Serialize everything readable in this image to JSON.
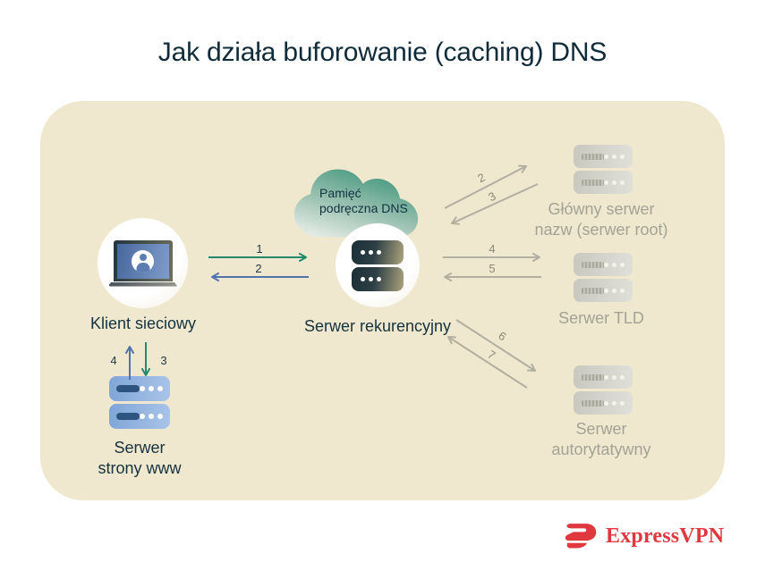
{
  "title": "Jak działa buforowanie (caching) DNS",
  "diagram": {
    "nodes": {
      "client": {
        "label": "Klient sieciowy",
        "icon": "laptop-user-icon"
      },
      "dns_cache": {
        "label_line1": "Pamięć",
        "label_line2": "podręczna DNS",
        "icon": "cloud-icon"
      },
      "recursive": {
        "label": "Serwer rekurencyjny",
        "icon": "server-stack-icon"
      },
      "root": {
        "label_line1": "Główny serwer",
        "label_line2": "nazw (serwer root)",
        "icon": "server-stack-icon"
      },
      "tld": {
        "label": "Serwer TLD",
        "icon": "server-stack-icon"
      },
      "authoritative": {
        "label_line1": "Serwer",
        "label_line2": "autorytatywny",
        "icon": "server-stack-icon"
      },
      "web": {
        "label_line1": "Serwer",
        "label_line2": "strony www",
        "icon": "server-stack-icon"
      }
    },
    "arrows": [
      {
        "label": "1",
        "from": "client",
        "to": "recursive",
        "color": "#1F8A6D"
      },
      {
        "label": "2",
        "from": "recursive",
        "to": "client",
        "color": "#5173AD"
      },
      {
        "label": "2",
        "from": "recursive",
        "to": "root",
        "color": "#B2AEA0"
      },
      {
        "label": "3",
        "from": "root",
        "to": "recursive",
        "color": "#B2AEA0"
      },
      {
        "label": "4",
        "from": "recursive",
        "to": "tld",
        "color": "#B2AEA0"
      },
      {
        "label": "5",
        "from": "tld",
        "to": "recursive",
        "color": "#B2AEA0"
      },
      {
        "label": "6",
        "from": "recursive",
        "to": "authoritative",
        "color": "#B2AEA0"
      },
      {
        "label": "7",
        "from": "authoritative",
        "to": "recursive",
        "color": "#B2AEA0"
      },
      {
        "label": "3",
        "from": "client",
        "to": "web",
        "color": "#1F8A6D"
      },
      {
        "label": "4",
        "from": "web",
        "to": "client",
        "color": "#5173AD"
      }
    ]
  },
  "footer": {
    "brand": "ExpressVPN"
  },
  "colors": {
    "panel_bg": "#EFE8CE",
    "navy_text": "#102C3A",
    "gray_text": "#A3A295",
    "arrow_gray": "#B2AEA0",
    "arrow_green": "#1F8A6D",
    "arrow_blue": "#5173AD",
    "brand_red": "#E0383F"
  }
}
